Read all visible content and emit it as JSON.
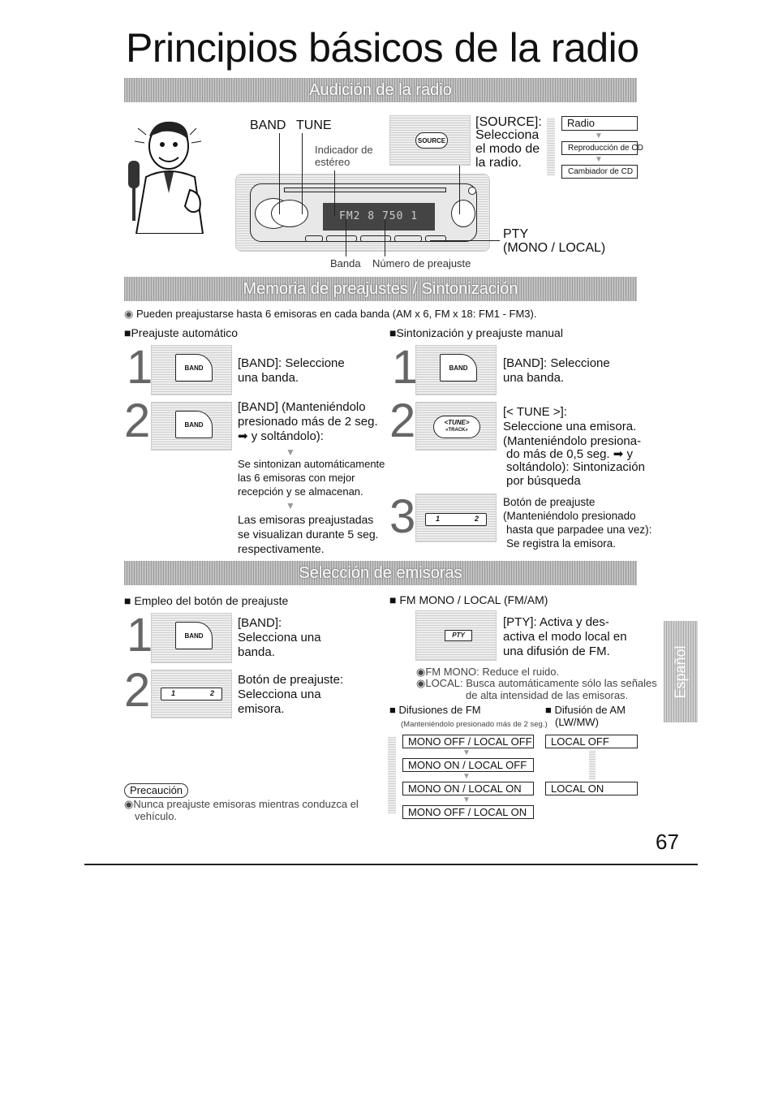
{
  "title": "Principios básicos de la radio",
  "sections": {
    "audicion": "Audición de la radio",
    "memoria": "Memoria de preajustes / Sintonización",
    "seleccion": "Selección de emisoras"
  },
  "diagram": {
    "band": "BAND",
    "tune": "TUNE",
    "stereo_indicator_1": "Indicador de",
    "stereo_indicator_2": "estéreo",
    "source_label": "[SOURCE]:",
    "source_desc_1": "Selecciona",
    "source_desc_2": "el modo de",
    "source_desc_3": "la radio.",
    "source_button": "SOURCE",
    "display_text": "FM2  8 750 1",
    "mode_radio": "Radio",
    "mode_cd": "Reproducción de CD",
    "mode_changer": "Cambiador de CD",
    "pty": "PTY",
    "pty_mode": "(MONO / LOCAL)",
    "banda": "Banda",
    "preset_number": "Número de preajuste"
  },
  "memoria": {
    "note": "Pueden preajustarse hasta 6 emisoras en cada banda (AM x 6, FM x 18: FM1 - FM3).",
    "auto": {
      "heading": "Preajuste automático",
      "step1_num": "1",
      "step1_line1": "[BAND]: Seleccione",
      "step1_line2": "una banda.",
      "step2_num": "2",
      "step2_line1": "[BAND] (Manteniéndolo",
      "step2_line2": "presionado más de 2 seg.",
      "step2_line3": "y soltándolo):",
      "result1_line1": "Se sintonizan automáticamente",
      "result1_line2": "las 6 emisoras con mejor",
      "result1_line3": "recepción y se almacenan.",
      "result2_line1": "Las emisoras preajustadas",
      "result2_line2": "se visualizan durante 5 seg.",
      "result2_line3": "respectivamente."
    },
    "manual": {
      "heading": "Sintonización y preajuste manual",
      "step1_num": "1",
      "step1_line1": "[BAND]: Seleccione",
      "step1_line2": "una banda.",
      "step2_num": "2",
      "step2_line1": "[< TUNE >]:",
      "step2_line2": "Seleccione una emisora.",
      "step2_line3": "(Manteniéndolo presiona-",
      "step2_line4": "do más de 0,5 seg.",
      "step2_line4b": "y",
      "step2_line5": "soltándolo): Sintonización",
      "step2_line6": "por búsqueda",
      "step3_num": "3",
      "step3_line1": "Botón de preajuste",
      "step3_line2": "(Manteniéndolo presionado",
      "step3_line3": "hasta que parpadee una vez):",
      "step3_line4": "Se registra la emisora.",
      "tune_button": "<TUNE>",
      "track_button": "«TRACK»"
    },
    "band_button": "BAND",
    "preset_1": "1",
    "preset_2": "2"
  },
  "seleccion": {
    "preset": {
      "heading": "Empleo del botón de preajuste",
      "step1_num": "1",
      "step1_line1": "[BAND]:",
      "step1_line2": "Selecciona una",
      "step1_line3": "banda.",
      "step2_num": "2",
      "step2_line1": "Botón de preajuste:",
      "step2_line2": "Selecciona una",
      "step2_line3": "emisora."
    },
    "fm": {
      "heading": "FM MONO / LOCAL (FM/AM)",
      "pty_line1": "[PTY]: Activa y des-",
      "pty_line2": "activa el modo local en",
      "pty_line3": "una difusión de FM.",
      "pty_button": "PTY",
      "note1": "FM MONO: Reduce el ruido.",
      "note2": "LOCAL: Busca automáticamente sólo las señales",
      "note2b": "de alta intensidad de las emisoras.",
      "fm_heading": "Difusiones de FM",
      "fm_sub": "(Manteniéndolo presionado más de 2 seg.)",
      "am_heading": "Difusión de AM",
      "am_sub": "(LW/MW)",
      "fm_states": [
        "MONO OFF / LOCAL OFF",
        "MONO ON / LOCAL OFF",
        "MONO ON / LOCAL ON",
        "MONO OFF / LOCAL ON"
      ],
      "am_states": [
        "LOCAL OFF",
        "LOCAL ON"
      ]
    },
    "caution_label": "Precaución",
    "caution_line1": "Nunca preajuste emisoras mientras conduzca el",
    "caution_line2": "vehículo."
  },
  "page_number": "67",
  "side_tab": "Español"
}
